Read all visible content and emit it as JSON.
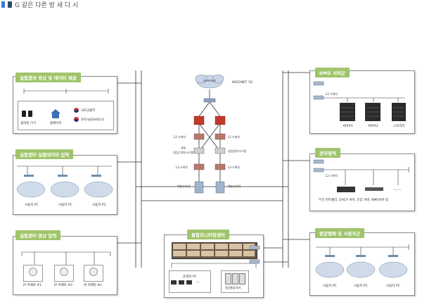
{
  "header": {
    "title": "G 같은 다른 방 새 다 시"
  },
  "center": {
    "internet": "Internet",
    "kreonet": "KREONET 1G",
    "fw_left": "L2 스위치",
    "fw_right": "L2 스위치",
    "ips_left_a": "IPS",
    "ips_left_b": "(침입 방지시스템)",
    "ips_right": "침입방지시스템",
    "l3_left": "L3 스위치",
    "l3_right": "L3 스위치",
    "core_left": "백본스위치",
    "core_right": "백본스위치"
  },
  "panels": {
    "p1": {
      "title": "실험결과 영상 및 데이터 제공",
      "mobile": "휴대형 기기",
      "home": "홈페이지",
      "ministry1": "국토교통부",
      "ministry2": "과학기술정보통신부"
    },
    "p2": {
      "title": "실험센터 실험데이터 입력",
      "pc1": "사용자 PC",
      "pc2": "사용자 PC",
      "pc3": "사용자 PC"
    },
    "p3": {
      "title": "실험센터 영상 입력",
      "cam1": "IP 카메라 #1",
      "cam2": "IP 카메라 #2",
      "cam3": "IP 카메라 #n"
    },
    "p4": {
      "title": "통합모니터링센터",
      "ops": "운영자 PC",
      "ellipsis": "...",
      "server": "영상통합서버"
    },
    "p5": {
      "title": "DMZ 서버군",
      "switch": "L2 스위치",
      "srv1": "서버#1",
      "srv2": "서버#2",
      "storage": "스토리지"
    },
    "p6": {
      "title": "관리영역",
      "switch": "L2 스위치",
      "desc": "무선 컨트롤러, DHCP 서버, 인증 서버, NMS서버 등",
      "ellipsis": "......"
    },
    "p7": {
      "title": "증강형배 및 사용자군",
      "pc1": "사용자 PC",
      "pc2": "사용자 PC",
      "pc3": "사용자 PC"
    }
  }
}
